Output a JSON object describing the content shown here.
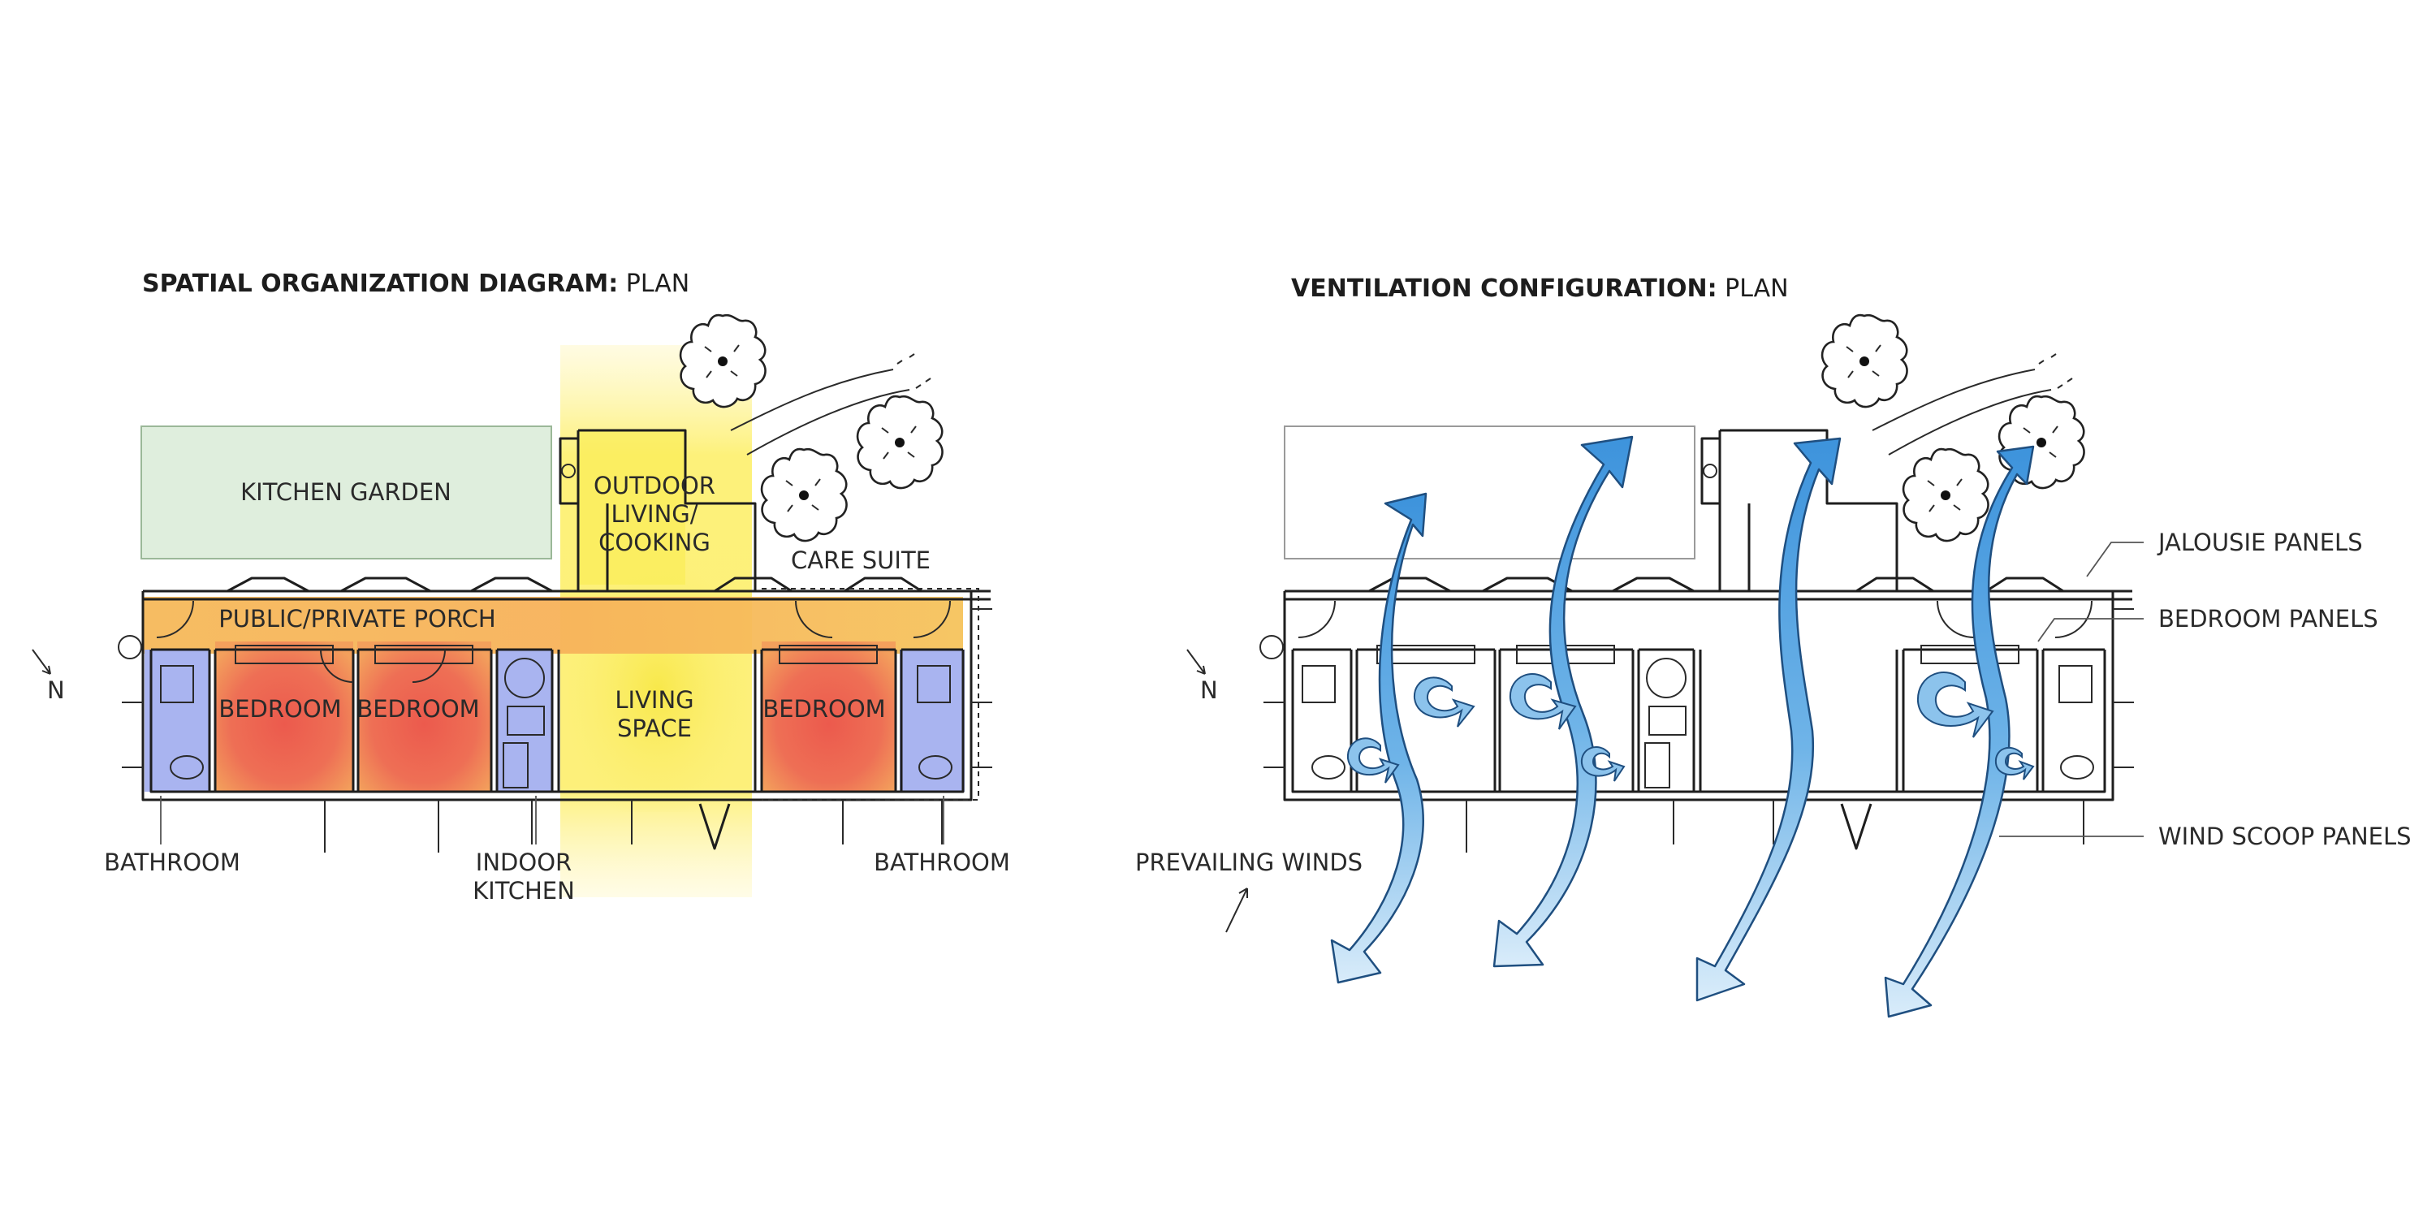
{
  "left": {
    "title_bold": "SPATIAL ORGANIZATION DIAGRAM:",
    "title_rest": " PLAN",
    "zones": {
      "kitchen_garden": "KITCHEN GARDEN",
      "outdoor_1": "OUTDOOR",
      "outdoor_2": "LIVING/",
      "outdoor_3": "COOKING",
      "care_suite": "CARE SUITE",
      "porch": "PUBLIC/PRIVATE PORCH",
      "bedroom_1": "BEDROOM",
      "bedroom_2": "BEDROOM",
      "bedroom_3": "BEDROOM",
      "living_1": "LIVING",
      "living_2": "SPACE",
      "bathroom_left": "BATHROOM",
      "indoor_1": "INDOOR",
      "indoor_2": "KITCHEN",
      "bathroom_right": "BATHROOM",
      "north": "N"
    },
    "colors": {
      "garden": "#dfeedd",
      "porch": "#f5b55a",
      "bedroom": "#ee6b55",
      "bathroom": "#a9b4f0",
      "living": "#fbef6a"
    }
  },
  "right": {
    "title_bold": "VENTILATION CONFIGURATION:",
    "title_rest": " PLAN",
    "labels": {
      "jalousie": "JALOUSIE PANELS",
      "bedroom_panels": "BEDROOM PANELS",
      "wind_scoop": "WIND SCOOP PANELS",
      "prevailing": "PREVAILING WINDS",
      "north": "N"
    },
    "colors": {
      "airflow": "#5aa6e3"
    }
  }
}
